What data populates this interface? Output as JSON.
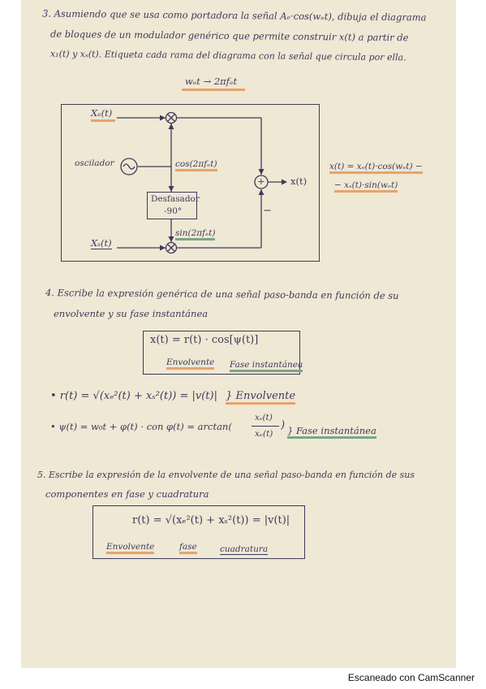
{
  "footer": {
    "scanner": "Escaneado con CamScanner"
  },
  "q3": {
    "line1": "3. Asumiendo que se usa como portadora la señal Aₑ·cos(wₑt), dibuja el diagrama",
    "line2": "de bloques de un modulador genérico que permite construir x(t) a partir de",
    "line3": "x₁(t) y xₛ(t). Etiqueta cada rama del diagrama con la señal que circula por ella.",
    "note": "wₑt → 2πfₑt",
    "diagram": {
      "xc_label": "Xₑ(t)",
      "xs_label": "Xₛ(t)",
      "oscillator_label": "oscilador",
      "cos_label": "cos(2πfₑt)",
      "sin_label": "sin(2πfₑt)",
      "phase_box_line1": "Desfasador",
      "phase_box_line2": "-90°",
      "output_label": "x(t)",
      "minus_sign": "−",
      "plus_sign": "+"
    },
    "result_line1": "x(t) = xₑ(t)·cos(wₑt) −",
    "result_line2": "− xₛ(t)·sin(wₑt)"
  },
  "q4": {
    "line1": "4. Escribe la expresión genérica de una señal paso-banda en función de su",
    "line2": "envolvente y su fase instantánea",
    "formula": "x(t) = r(t) · cos[ψ(t)]",
    "label_envolvente": "Envolvente",
    "label_fase": "Fase instantánea",
    "bullet1": "• r(t) = √(xₑ²(t) + xₛ²(t)) = |v(t)|",
    "bullet1_tag": "} Envolvente",
    "bullet2": "• ψ(t) = w₀t + φ(t) · con φ(t) = arctan(",
    "frac_num": "xₛ(t)",
    "frac_den": "xₑ(t)",
    "bullet2_tag": "} Fase instantánea"
  },
  "q5": {
    "line1": "5. Escribe la expresión de la envolvente de una señal paso-banda en función de sus",
    "line2": "componentes en fase y cuadratura",
    "formula": "r(t) = √(xₑ²(t) + xₛ²(t)) = |v(t)|",
    "label_envolvente": "Envolvente",
    "label_fase": "fase",
    "label_cuadratura": "cuadratura"
  }
}
